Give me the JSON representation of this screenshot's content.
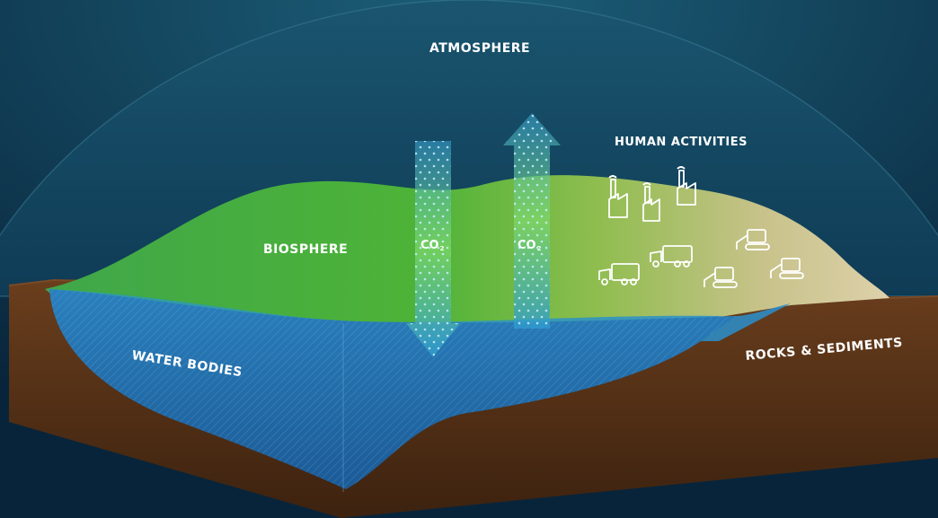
{
  "labels": {
    "atmosphere": "ATMOSPHERE",
    "human_activities": "HUMAN ACTIVITIES",
    "biosphere": "BIOSPHERE",
    "water_bodies": "WATER BODIES",
    "rocks_sediments": "ROCKS & SEDIMENTS"
  },
  "co2": {
    "left_main": "CO",
    "left_sub": "2",
    "right_main": "CO",
    "right_sub": "2"
  },
  "icons": [
    "factory-icon",
    "factory-icon",
    "factory-icon",
    "truck-icon",
    "truck-icon",
    "excavator-icon",
    "excavator-icon",
    "excavator-icon"
  ],
  "colors": {
    "background": "#0a2a3f",
    "atmosphere_dome": "#164b63",
    "biosphere": "#4fae38",
    "land": "#d9cfa6",
    "water": "#2d8fc4",
    "rocks": "#5a3418",
    "arrow_down": "#3aa4d3",
    "arrow_up": "#3aa4d3"
  }
}
